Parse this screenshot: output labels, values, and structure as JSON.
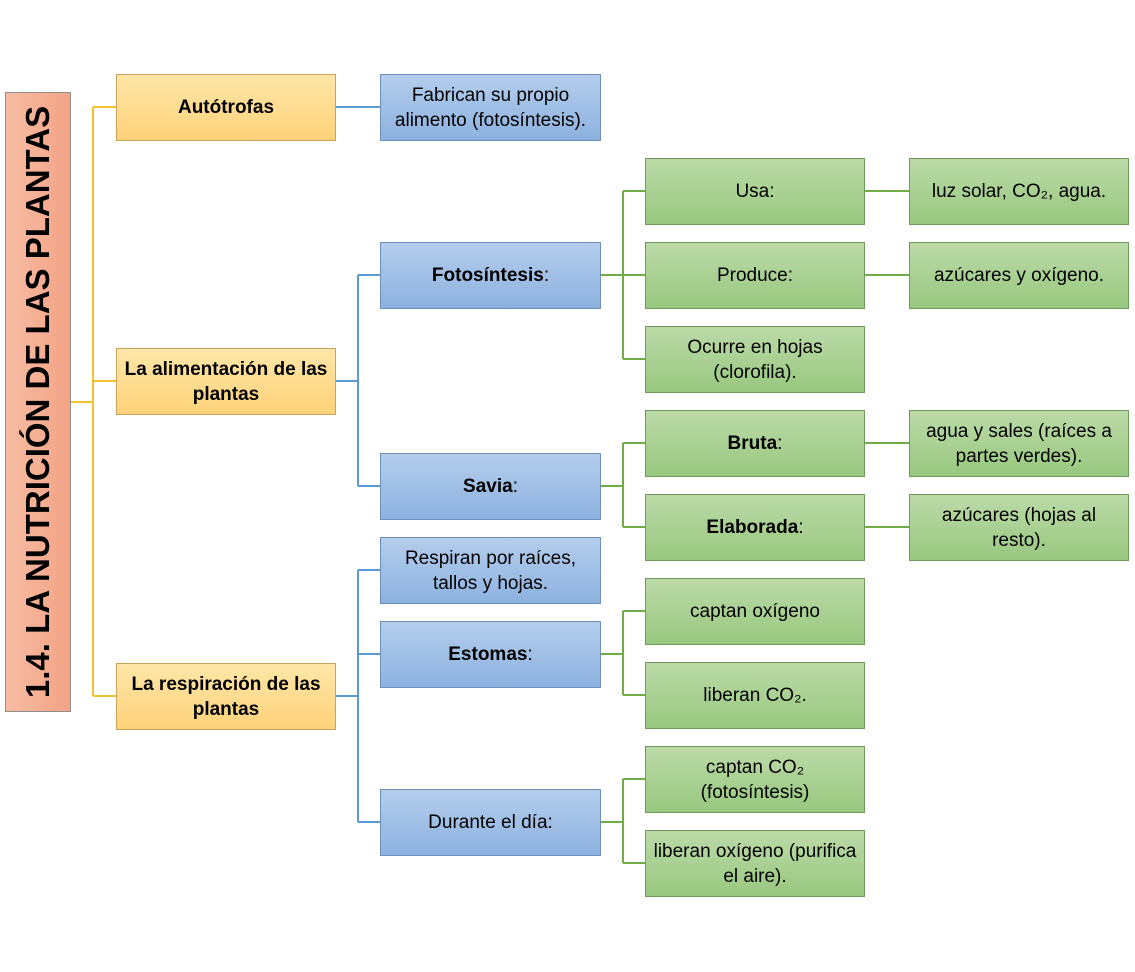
{
  "title": "1.4. LA NUTRICIÓN DE LAS PLANTAS",
  "level1": {
    "autotrofas": "Autótrofas",
    "alimentacion": "La alimentación de las plantas",
    "respiracion": "La respiración de las plantas"
  },
  "level2": {
    "fabrican": "Fabrican su propio alimento (fotosíntesis).",
    "fotosintesis": "Fotosíntesis",
    "savia": "Savia",
    "respiran": "Respiran por raíces, tallos y hojas.",
    "estomas": "Estomas",
    "durante": "Durante el día:"
  },
  "colon": ":",
  "level3": {
    "usa": "Usa:",
    "produce": "Produce:",
    "ocurre": "Ocurre en hojas (clorofila).",
    "bruta": "Bruta",
    "elaborada": "Elaborada",
    "captan_oxigeno": "captan oxígeno",
    "liberan_co2": "liberan CO₂.",
    "captan_co2": "captan CO₂ (fotosíntesis)",
    "liberan_oxigeno": "liberan oxígeno (purifica el aire)."
  },
  "level4": {
    "luz": "luz solar, CO₂, agua.",
    "azucares_oxigeno": "azúcares y oxígeno.",
    "agua_sales": "agua y sales (raíces a partes verdes).",
    "azucares_hojas": "azúcares (hojas al resto)."
  },
  "colors": {
    "orange_line": "#f2c230",
    "blue_line": "#5b9bd5",
    "green_line": "#70ad47"
  }
}
